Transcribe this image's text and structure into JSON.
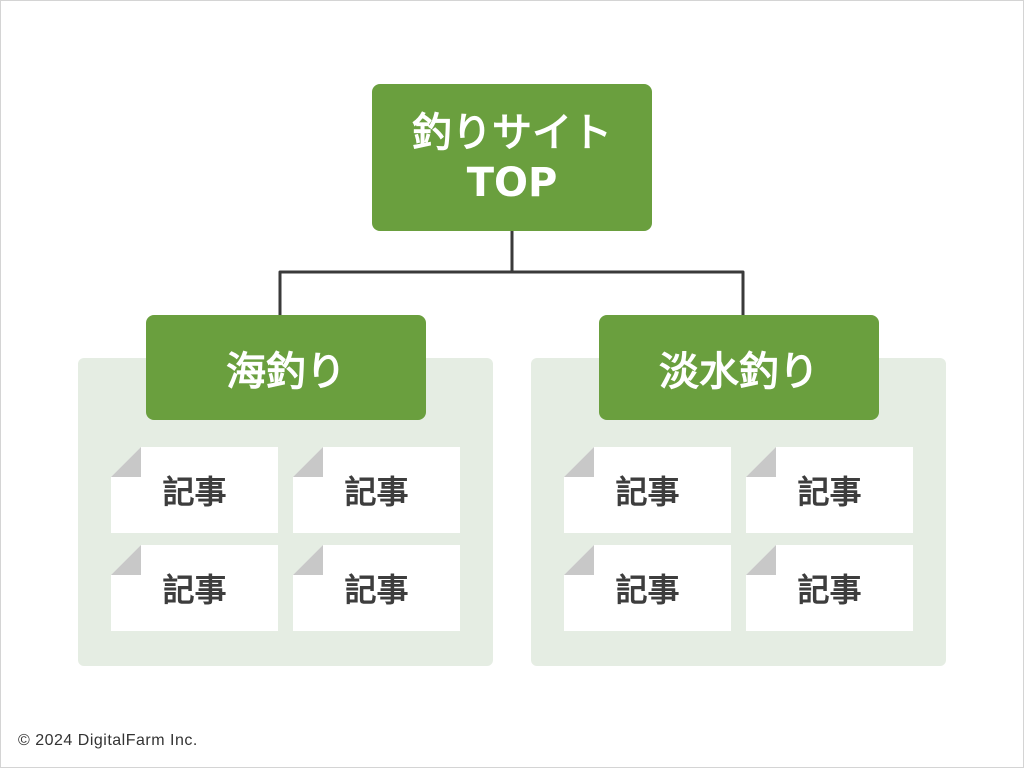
{
  "colors": {
    "node_fill": "#6a9f3e",
    "panel_fill": "#e5ede3",
    "connector": "#3a3a3a",
    "card_fill": "#ffffff",
    "card_fold": "#c8c8c8"
  },
  "root": {
    "line1": "釣りサイト",
    "line2": "TOP"
  },
  "categories": [
    {
      "label": "海釣り",
      "articles": [
        "記事",
        "記事",
        "記事",
        "記事"
      ]
    },
    {
      "label": "淡水釣り",
      "articles": [
        "記事",
        "記事",
        "記事",
        "記事"
      ]
    }
  ],
  "footer": {
    "copyright": "© 2024 DigitalFarm Inc."
  }
}
